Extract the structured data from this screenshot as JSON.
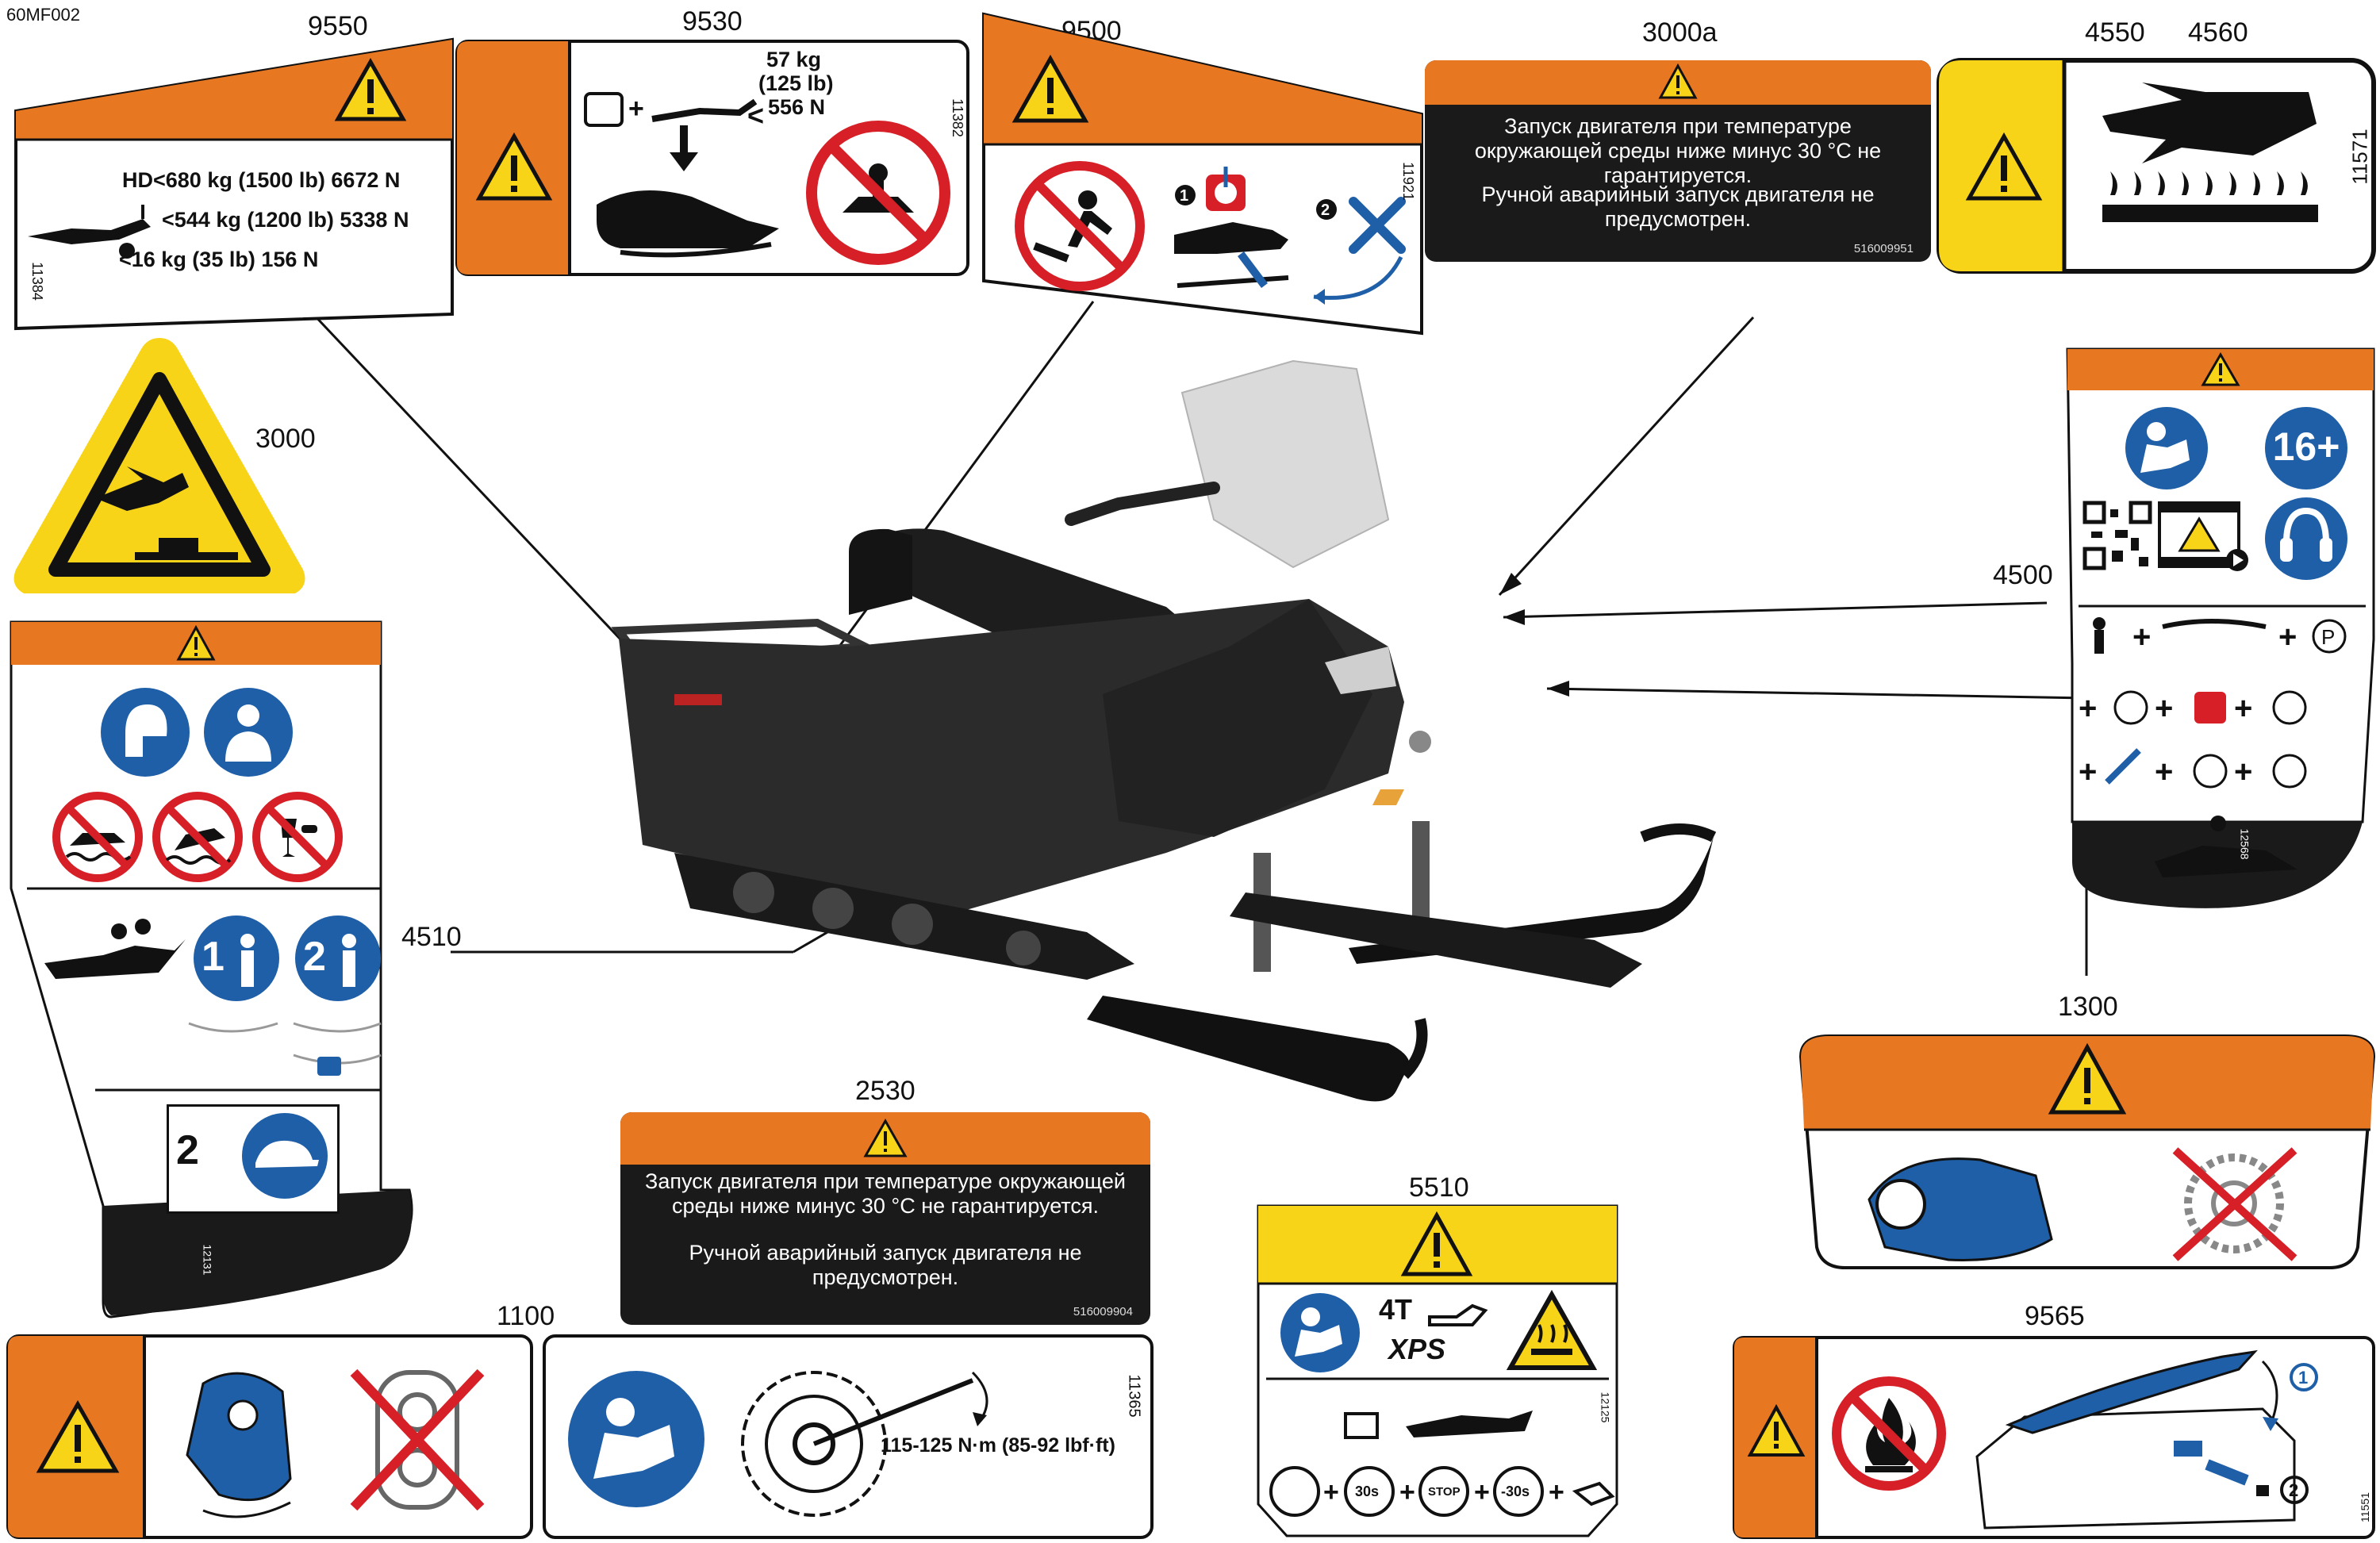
{
  "doc_code": "60MF002",
  "callouts": {
    "c9550": "9550",
    "c9530": "9530",
    "c9500": "9500",
    "c3000a": "3000a",
    "c4550": "4550",
    "c4560": "4560",
    "c3000": "3000",
    "c4500": "4500",
    "c4510": "4510",
    "c1300": "1300",
    "c2530": "2530",
    "c5510": "5510",
    "c1100": "1100",
    "c9565": "9565"
  },
  "label_9550": {
    "line1": "HD<680 kg (1500 lb) 6672 N",
    "line2": "<544 kg (1200 lb) 5338 N",
    "line3": "<16 kg (35 lb) 156 N",
    "code": "11384"
  },
  "label_9530": {
    "line1": "57 kg",
    "line2": "(125 lb)",
    "line3": "556 N",
    "code": "11382"
  },
  "label_9500": {
    "code": "11921",
    "step1": "1",
    "step2": "2"
  },
  "label_3000a": {
    "text1": "Запуск двигателя при температуре окружающей среды ниже минус 30 °C не гарантируется.",
    "text2": "Ручной аварийный запуск двигателя не предусмотрен.",
    "code": "516009951"
  },
  "label_4550": {
    "code": "11571"
  },
  "label_4500": {
    "age": "16+",
    "code": "12568"
  },
  "label_4510": {
    "rider1": "1",
    "rider2": "2",
    "riders_slow": "2",
    "code": "12131"
  },
  "label_2530": {
    "text1": "Запуск двигателя при температуре окружающей среды ниже минус 30 °C не гарантируется.",
    "text2": "Ручной аварийный запуск двигателя не предусмотрен.",
    "code": "516009904"
  },
  "label_5510": {
    "oil": "4T",
    "brand": "XPS",
    "t1": "30s",
    "stop": "STOP",
    "t2": "-30s",
    "code": "12125"
  },
  "label_1100": {
    "torque": "115-125 N·m  (85-92 lbf·ft)",
    "code": "11365"
  },
  "label_9565": {
    "step1": "1",
    "step2": "2",
    "code": "11551"
  },
  "colors": {
    "orange": "#e87722",
    "yellow": "#f7d417",
    "blue": "#1f5fa8",
    "red": "#d61f26",
    "black": "#1a1a1a"
  }
}
